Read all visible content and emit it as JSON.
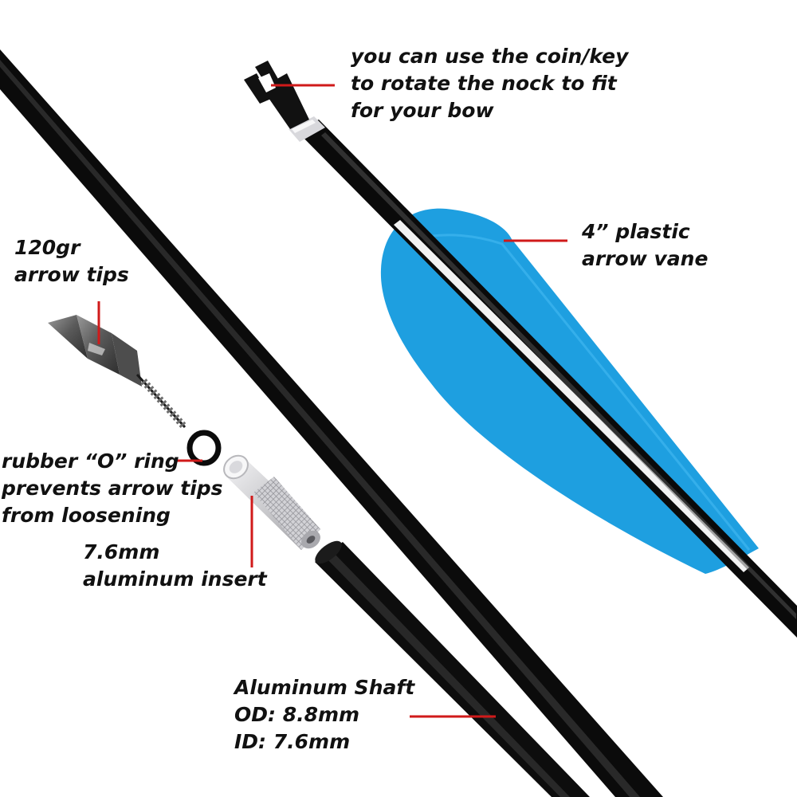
{
  "callouts": {
    "nock": {
      "lines": [
        "you can use the coin/key",
        "to rotate the nock to fit",
        "for your bow"
      ]
    },
    "vane": {
      "lines": [
        "4” plastic",
        "arrow vane"
      ]
    },
    "tips": {
      "lines": [
        "120gr",
        "arrow tips"
      ]
    },
    "o_ring": {
      "lines": [
        "rubber “O” ring",
        "prevents arrow tips",
        "from loosening"
      ]
    },
    "insert": {
      "lines": [
        "7.6mm",
        "aluminum insert"
      ]
    },
    "shaft": {
      "lines": [
        "Aluminum Shaft",
        "OD: 8.8mm",
        "ID: 7.6mm"
      ]
    }
  },
  "colors": {
    "shaft": "#0b0b0b",
    "vane": "#1e9fe0",
    "leader": "#d01a1a",
    "insert": "#cfcfd2",
    "tip": "#6a6a6a"
  }
}
